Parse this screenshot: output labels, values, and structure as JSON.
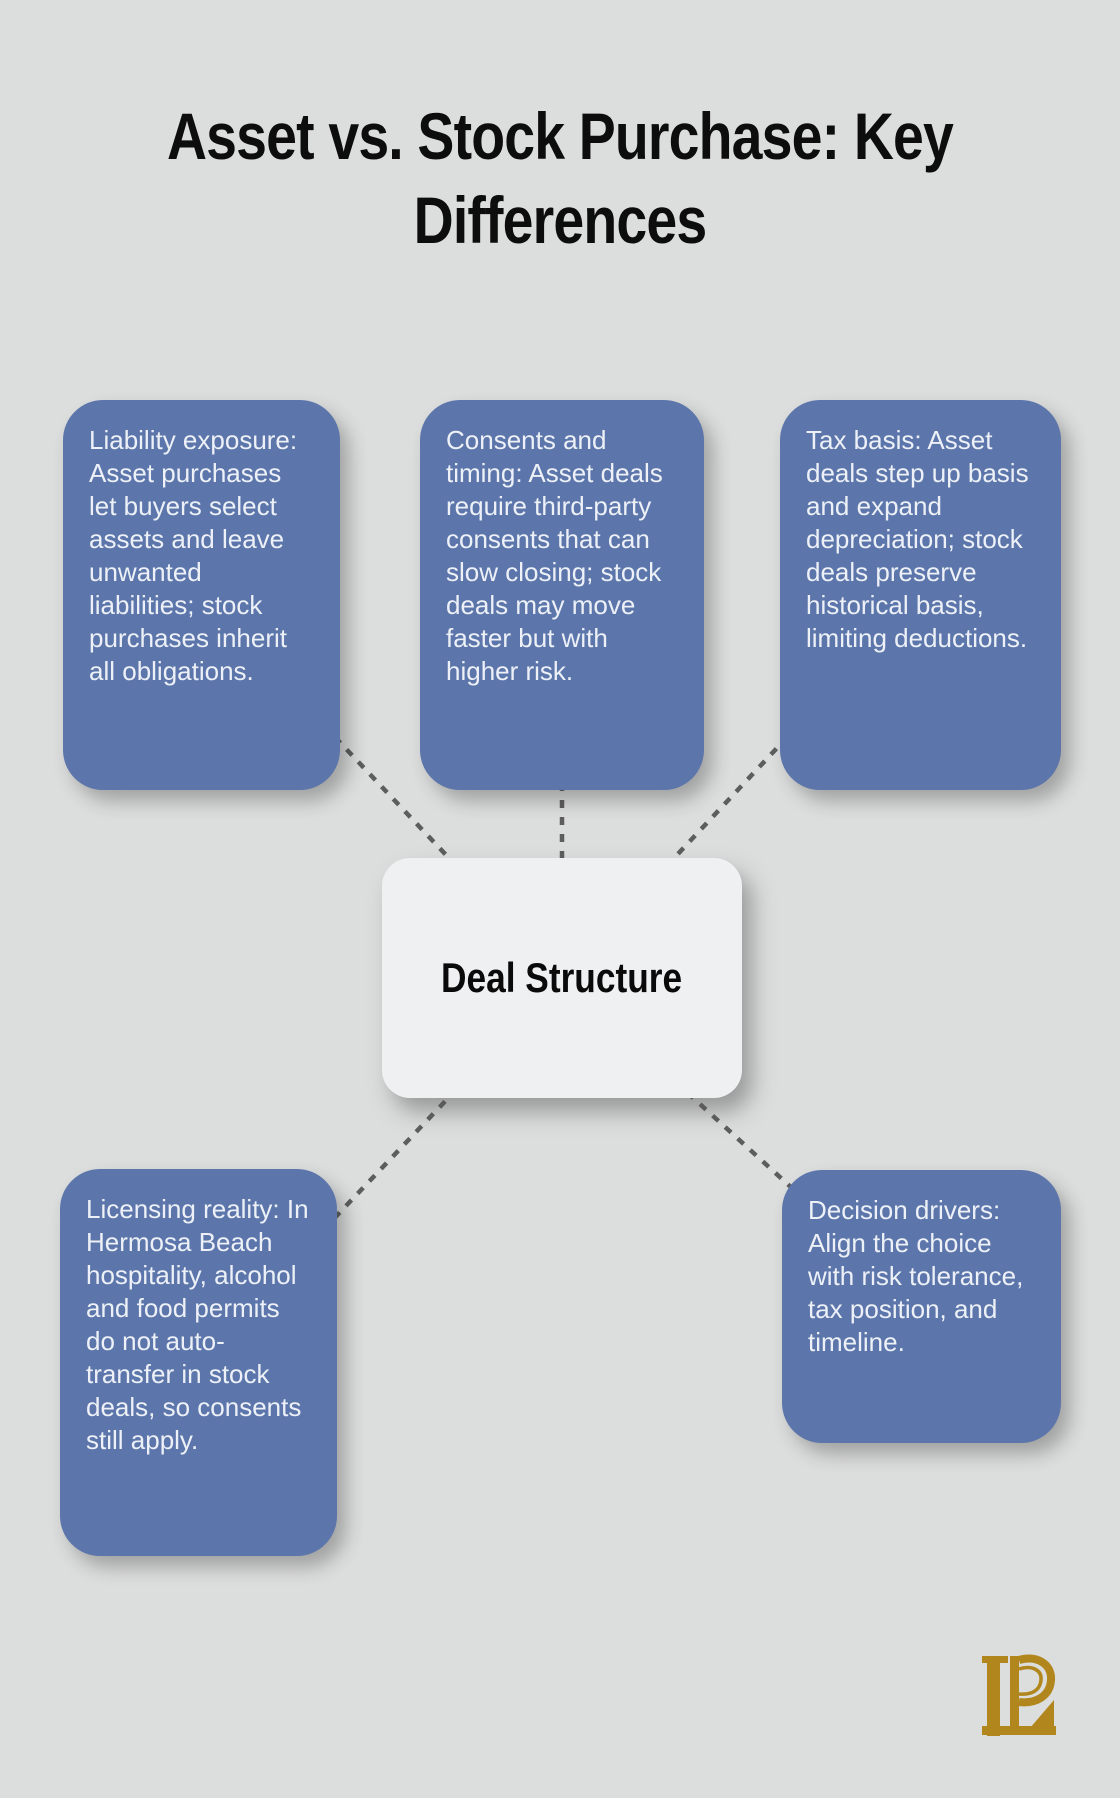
{
  "title": {
    "line1": "Asset vs. Stock Purchase: Key",
    "line2": "Differences",
    "full": "Asset vs. Stock Purchase: Key Differences"
  },
  "center": {
    "label": "Deal Structure"
  },
  "branches": [
    {
      "id": "liability-exposure",
      "text": "Liability exposure: Asset purchases let buyers select assets and leave unwanted liabilities; stock purchases inherit all obligations."
    },
    {
      "id": "consents-timing",
      "text": "Consents and timing: Asset deals require third-party consents that can slow closing; stock deals may move faster but with higher risk."
    },
    {
      "id": "tax-basis",
      "text": "Tax basis: Asset deals step up basis and expand depreciation; stock deals preserve historical basis, limiting deductions."
    },
    {
      "id": "licensing-reality",
      "text": "Licensing reality: In Hermosa Beach hospitality, alcohol and food permits do not auto-transfer in stock deals, so consents still apply."
    },
    {
      "id": "decision-drivers",
      "text": "Decision drivers: Align the choice with risk tolerance, tax position, and timeline."
    }
  ],
  "logo": {
    "icon": "lp-monogram-logo"
  },
  "colors": {
    "background": "#dcdddd",
    "branch_fill": "#5c76ab",
    "branch_text": "#edf1f7",
    "center_fill": "#eff0f2",
    "center_text": "#0a0a0a",
    "connector": "#5d5d5d",
    "title_text": "#0d0d0d",
    "logo_gold": "#b1861c"
  }
}
